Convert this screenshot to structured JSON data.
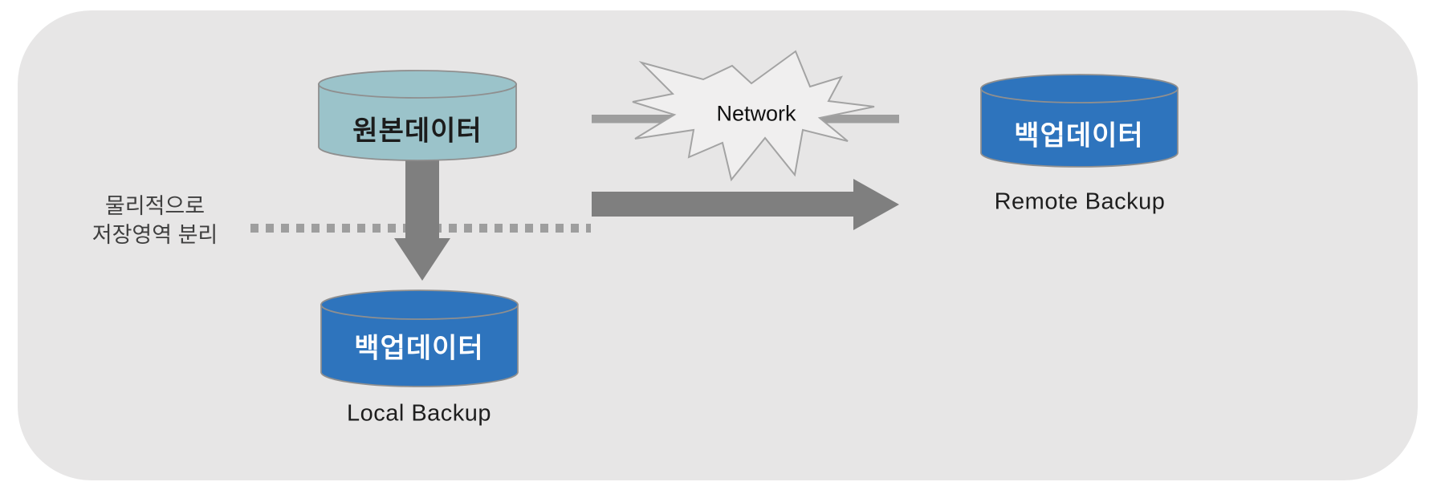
{
  "diagram": {
    "source_db": {
      "label": "원본데이터"
    },
    "local_backup_db": {
      "label": "백업데이터",
      "caption": "Local Backup"
    },
    "remote_backup_db": {
      "label": "백업데이터",
      "caption": "Remote Backup"
    },
    "network": {
      "label": "Network"
    },
    "separation_note": {
      "line1": "물리적으로",
      "line2": "저장영역 분리"
    },
    "colors": {
      "panel_bg": "#E7E6E6",
      "source_cylinder": "#9BC3CA",
      "backup_cylinder": "#2E74BD",
      "cylinder_stroke": "#8F8F8F",
      "arrow": "#7F7F7F",
      "dotted_line": "#9E9E9E",
      "network_bar": "#9E9E9E",
      "burst_fill": "#F0EFEF",
      "burst_stroke": "#A3A3A3"
    }
  }
}
